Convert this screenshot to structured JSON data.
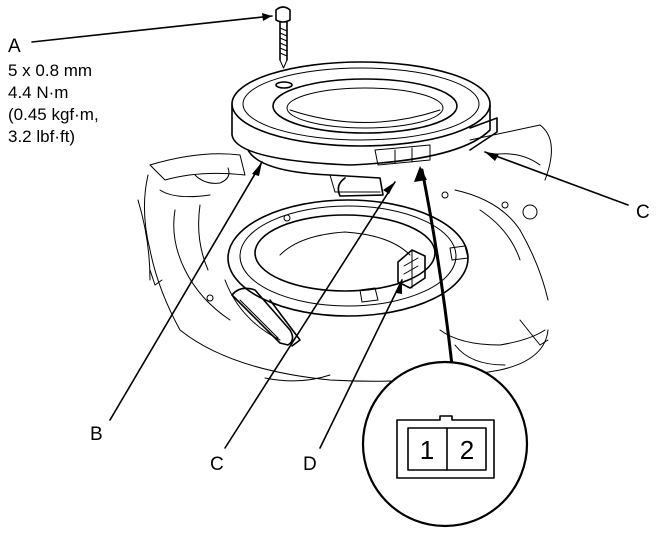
{
  "callouts": {
    "a": "A",
    "b": "B",
    "c_right": "C",
    "c_bottom": "C",
    "d": "D"
  },
  "torque_spec": {
    "size": "5 x 0.8 mm",
    "torque_nm": "4.4 N·m",
    "torque_kgfm": "(0.45 kgf·m,",
    "torque_lbfft": "3.2 lbf·ft)"
  },
  "connector": {
    "pin_1": "1",
    "pin_2": "2"
  }
}
